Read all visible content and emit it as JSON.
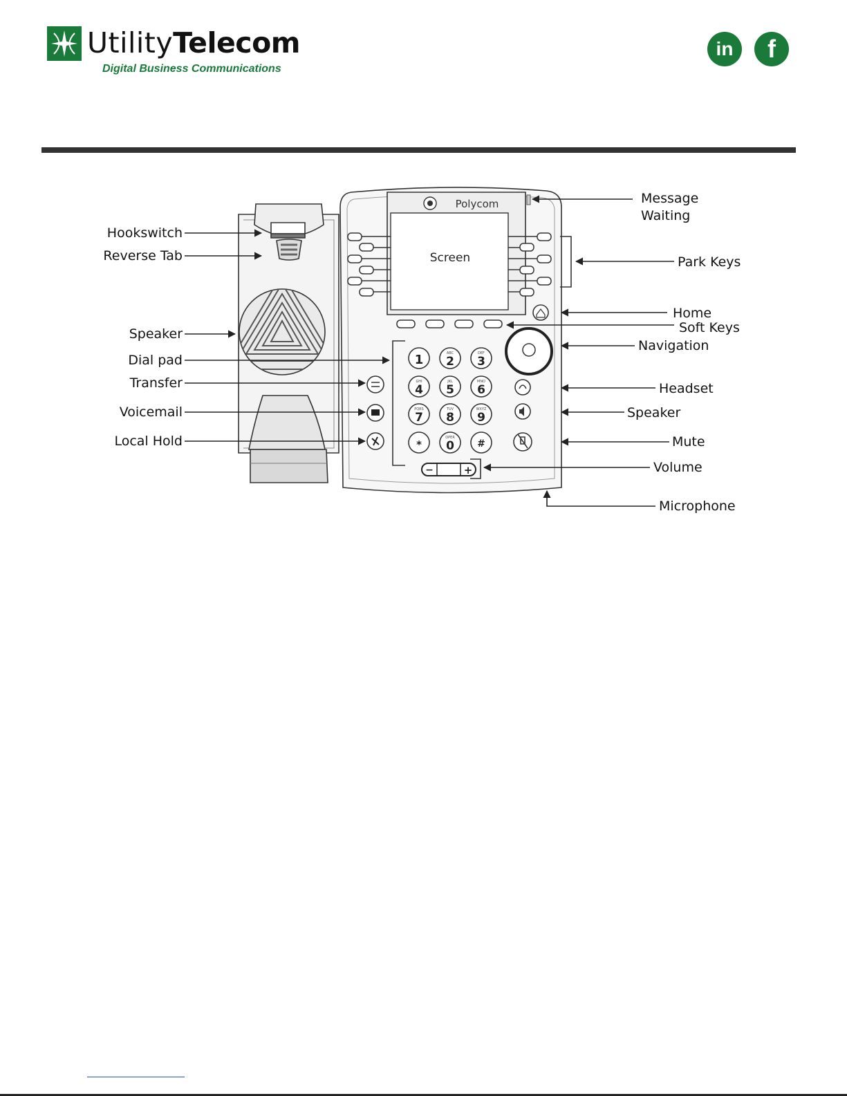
{
  "header": {
    "brand_part1": "Utility",
    "brand_part2": "Telecom",
    "tagline": "Digital Business Communications",
    "social": [
      {
        "label": "in",
        "icon": "linkedin-icon"
      },
      {
        "label": "f",
        "icon": "facebook-icon"
      }
    ]
  },
  "colors": {
    "brand_green": "#1a7a3a",
    "divider": "#333333",
    "line": "#222222"
  },
  "phone": {
    "brand": "Polycom",
    "screen_label": "Screen",
    "dial_keys": [
      {
        "digit": "1",
        "letters": ""
      },
      {
        "digit": "2",
        "letters": "ABC"
      },
      {
        "digit": "3",
        "letters": "DEF"
      },
      {
        "digit": "4",
        "letters": "GHI"
      },
      {
        "digit": "5",
        "letters": "JKL"
      },
      {
        "digit": "6",
        "letters": "MNO"
      },
      {
        "digit": "7",
        "letters": "PQRS"
      },
      {
        "digit": "8",
        "letters": "TUV"
      },
      {
        "digit": "9",
        "letters": "WXYZ"
      },
      {
        "digit": "*",
        "letters": ""
      },
      {
        "digit": "0",
        "letters": "OPER"
      },
      {
        "digit": "#",
        "letters": ""
      }
    ],
    "volume_minus": "−",
    "volume_plus": "+"
  },
  "labels": {
    "left": [
      "Hookswitch",
      "Reverse Tab",
      "Speaker",
      "Dial pad",
      "Transfer",
      "Voicemail",
      "Local Hold"
    ],
    "right": [
      "Message",
      "Waiting",
      "Park Keys",
      "Home",
      "Soft Keys",
      "Navigation",
      "Headset",
      "Speaker",
      "Mute",
      "Volume",
      "Microphone"
    ]
  }
}
